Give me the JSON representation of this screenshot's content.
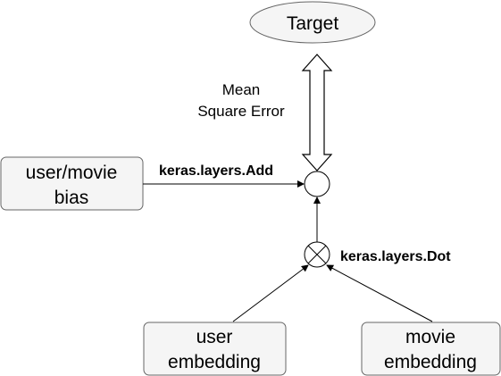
{
  "nodes": {
    "target": {
      "label": "Target"
    },
    "bias": {
      "line1": "user/movie",
      "line2": "bias"
    },
    "user_embedding": {
      "line1": "user",
      "line2": "embedding"
    },
    "movie_embedding": {
      "line1": "movie",
      "line2": "embedding"
    }
  },
  "labels": {
    "loss_line1": "Mean",
    "loss_line2": "Square Error",
    "add_op": "keras.layers.Add",
    "dot_op": "keras.layers.Dot"
  },
  "colors": {
    "box_fill": "#f5f5f5",
    "box_stroke": "#666666",
    "line": "#000000",
    "background": "#ffffff"
  }
}
